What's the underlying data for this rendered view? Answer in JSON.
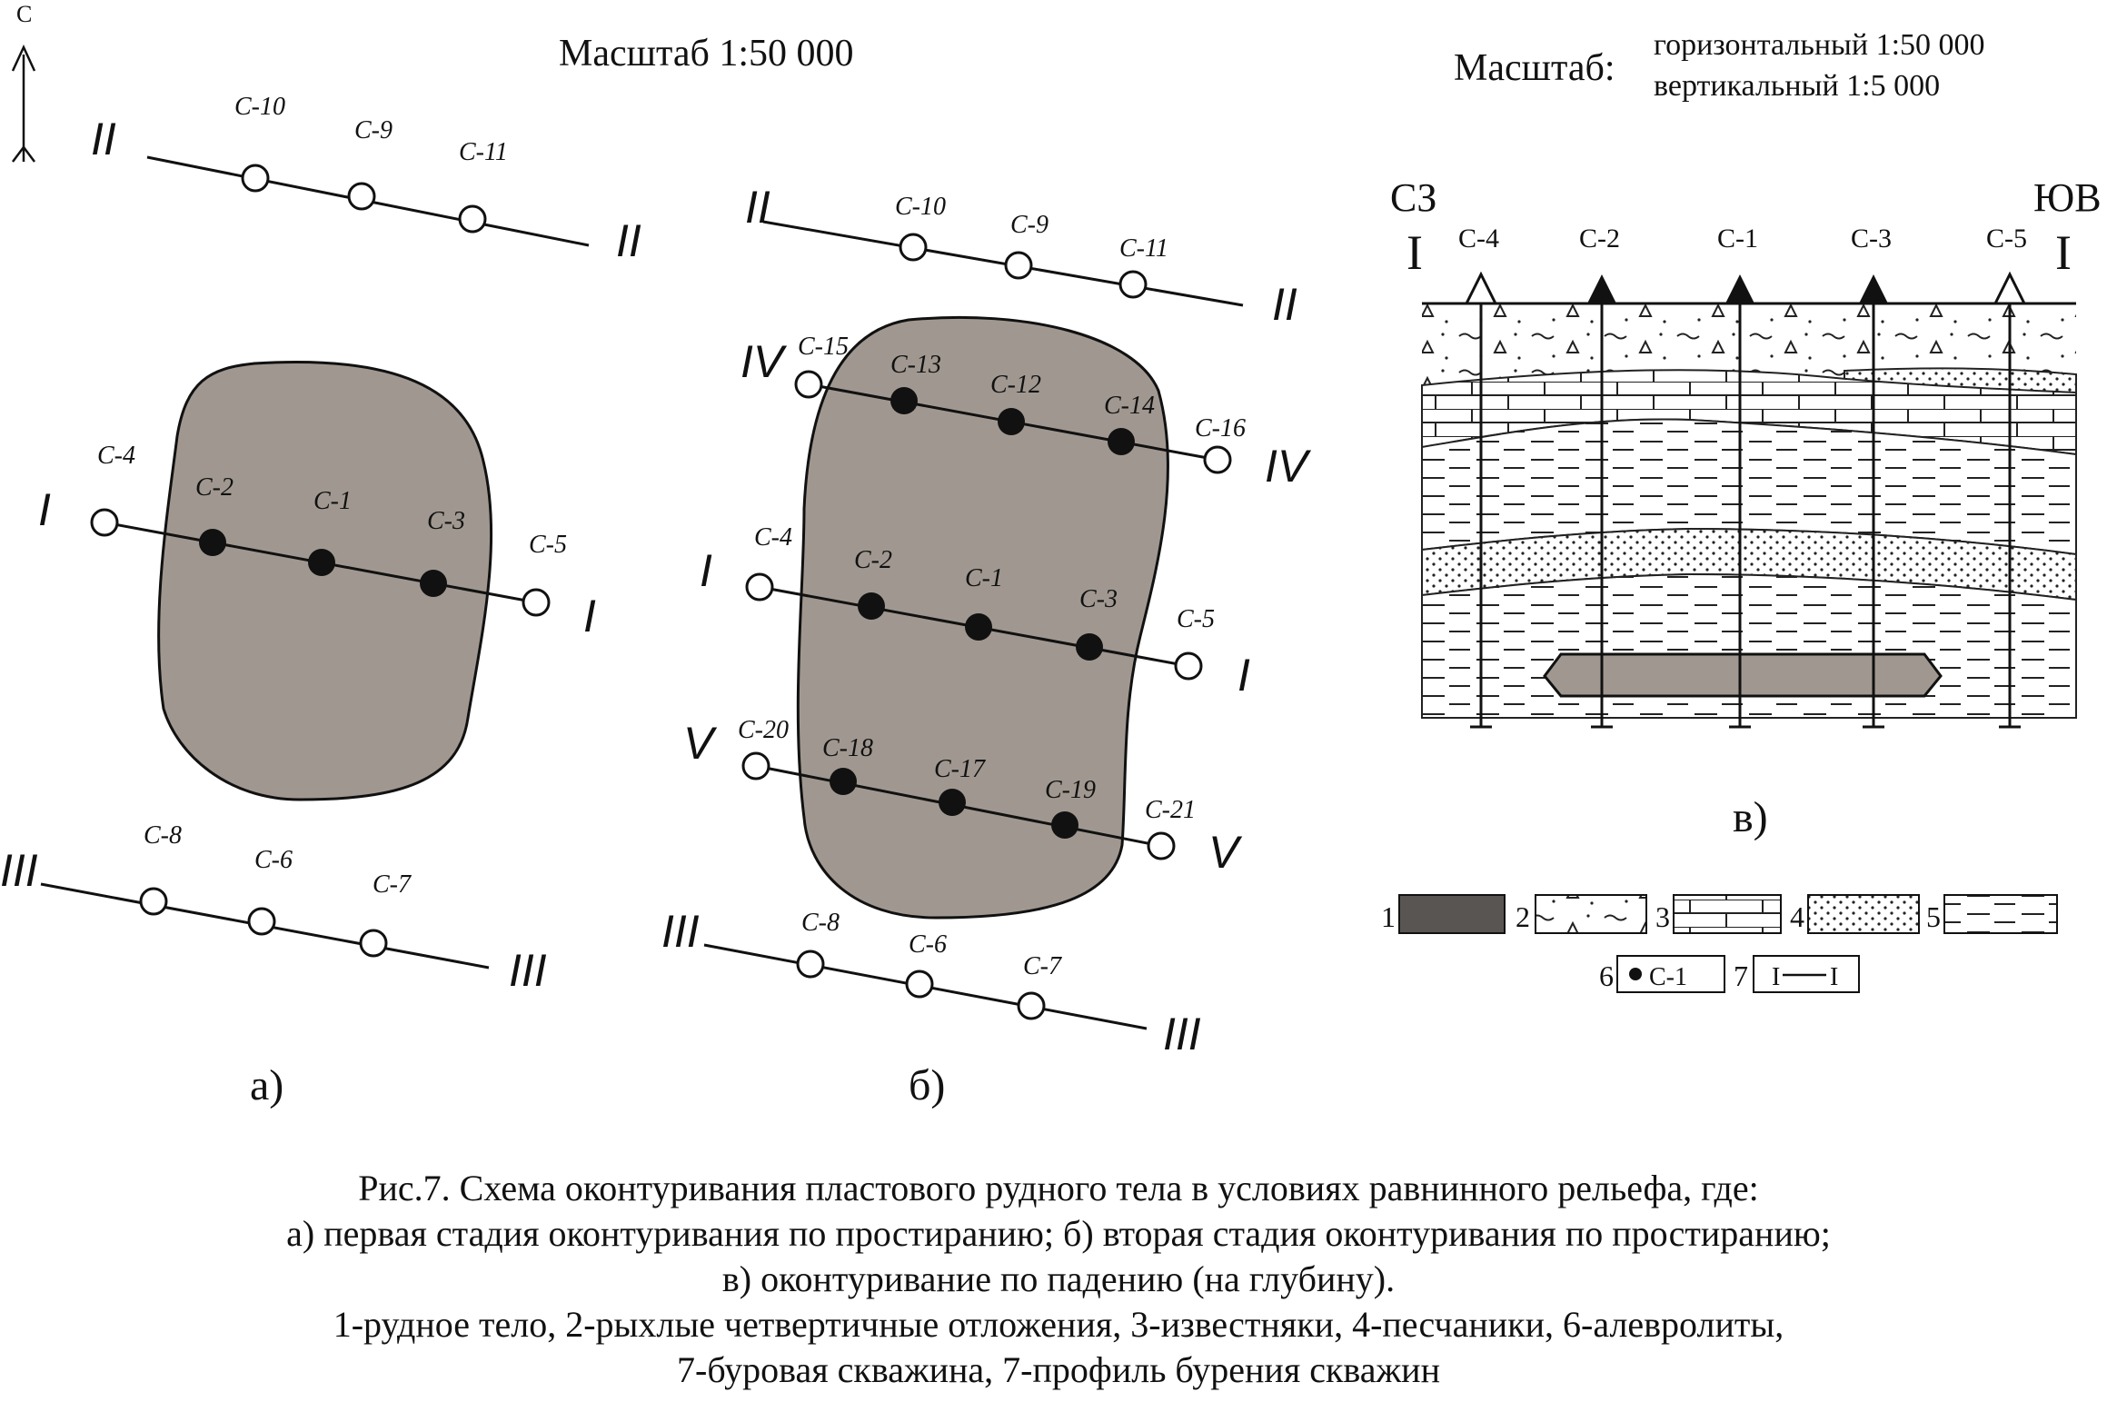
{
  "north_label": "С",
  "panel_a": {
    "scale": "Масштаб 1:50 000",
    "caption": "а)",
    "profile_labels": {
      "II": "II",
      "I": "I",
      "III": "III"
    },
    "wells": {
      "c10": "С-10",
      "c9": "С-9",
      "c11": "С-11",
      "c4": "С-4",
      "c2": "С-2",
      "c1": "С-1",
      "c3": "С-3",
      "c5": "С-5",
      "c8": "С-8",
      "c6": "С-6",
      "c7": "С-7"
    }
  },
  "panel_b": {
    "caption": "б)",
    "profile_labels": {
      "II": "II",
      "IV": "IV",
      "I": "I",
      "V": "V",
      "III": "III"
    },
    "wells": {
      "c10": "С-10",
      "c9": "С-9",
      "c11": "С-11",
      "c15": "С-15",
      "c13": "С-13",
      "c12": "С-12",
      "c14": "С-14",
      "c16": "С-16",
      "c4": "С-4",
      "c2": "С-2",
      "c1": "С-1",
      "c3": "С-3",
      "c5": "С-5",
      "c20": "С-20",
      "c18": "С-18",
      "c17": "С-17",
      "c19": "С-19",
      "c21": "С-21",
      "c8": "С-8",
      "c6": "С-6",
      "c7": "С-7"
    }
  },
  "panel_v": {
    "scale_label": "Масштаб:",
    "scale_h": "горизонтальный 1:50 000",
    "scale_v": "вертикальный 1:5 000",
    "dir_left": "СЗ",
    "dir_right": "ЮВ",
    "profile_left": "I",
    "profile_right": "I",
    "wells": {
      "c4": "С-4",
      "c2": "С-2",
      "c1": "С-1",
      "c3": "С-3",
      "c5": "С-5"
    },
    "caption": "в)"
  },
  "legend": {
    "n1": "1",
    "n2": "2",
    "n3": "3",
    "n4": "4",
    "n5": "5",
    "n6": "6",
    "n7": "7",
    "well_sample": "С-1",
    "profile_sample_left": "I",
    "profile_sample_right": "I"
  },
  "caption": {
    "line1": "Рис.7. Схема оконтуривания пластового рудного тела в условиях равнинного рельефа, где:",
    "line2": "а) первая стадия оконтуривания по простиранию; б) вторая стадия оконтуривания по простиранию;",
    "line3": "в) оконтуривание по падению (на глубину).",
    "line4": "1-рудное тело, 2-рыхлые четвертичные отложения, 3-известняки, 4-песчаники, 6-алевролиты,",
    "line5": "7-буровая скважина, 7-профиль бурения скважин"
  },
  "colors": {
    "ore_body": "#a09890",
    "ore_legend": "#595552",
    "ink": "#111111"
  }
}
